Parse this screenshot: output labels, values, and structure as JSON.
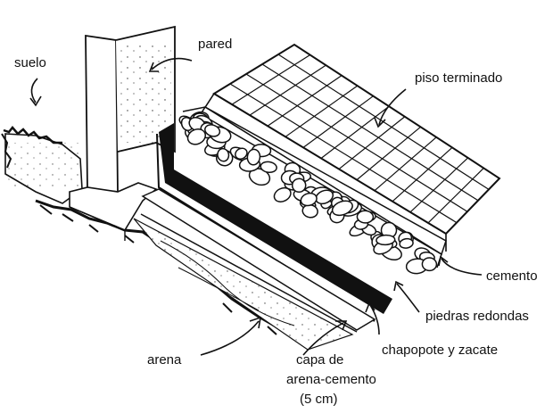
{
  "labels": {
    "suelo": "suelo",
    "pared": "pared",
    "piso_terminado": "piso terminado",
    "cemento": "cemento",
    "piedras_redondas": "piedras redondas",
    "chapopote_y_zacate": "chapopote y zacate",
    "arena": "arena",
    "capa_line1": "capa de",
    "capa_line2": "arena-cemento",
    "capa_line3": "(5 cm)"
  }
}
